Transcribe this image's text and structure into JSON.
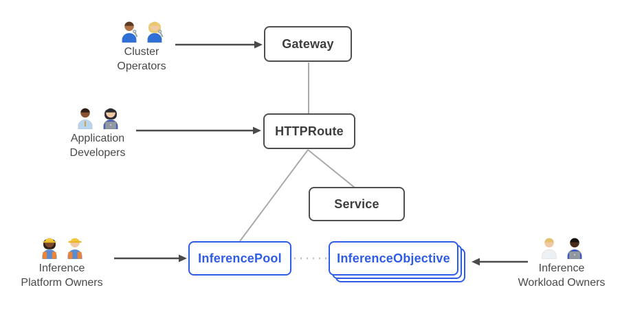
{
  "colors": {
    "accent_blue": "#2e5ce6",
    "node_border_dark": "#4f4f4f",
    "node_text_dark": "#3d3d3d",
    "connector_gray": "#a9a9a9",
    "dotted_gray": "#bdbdbd",
    "arrow_dark": "#4a4a4a",
    "label_text": "#484848",
    "background": "#ffffff"
  },
  "nodes": {
    "gateway": {
      "label": "Gateway",
      "style": "dark"
    },
    "httproute": {
      "label": "HTTPRoute",
      "style": "dark"
    },
    "service": {
      "label": "Service",
      "style": "dark"
    },
    "inference_pool": {
      "label": "InferencePool",
      "style": "blue"
    },
    "inference_objective": {
      "label": "InferenceObjective",
      "style": "blue",
      "stacked": true
    }
  },
  "actors": [
    {
      "id": "cluster-operators",
      "label_lines": [
        "Cluster",
        "Operators"
      ],
      "people": [
        {
          "name": "man-mechanic",
          "emoji": "👨🏽‍🔧",
          "figure": {
            "skin": "#b07145",
            "hair": "#5a3a25",
            "shirt": "#2f6fd6",
            "wrench": true
          }
        },
        {
          "name": "woman-mechanic",
          "emoji": "👩🏼‍🔧",
          "figure": {
            "skin": "#f1c9a5",
            "hair": "#e8c96e",
            "long_hair": true,
            "shirt": "#2f6fd6",
            "wrench": true
          }
        }
      ]
    },
    {
      "id": "application-developers",
      "label_lines": [
        "Application",
        "Developers"
      ],
      "people": [
        {
          "name": "man-office-worker",
          "emoji": "👨🏾‍💼",
          "figure": {
            "skin": "#8a5433",
            "hair": "#2e2018",
            "shirt": "#b9d4ee",
            "tie": true
          }
        },
        {
          "name": "woman-technologist",
          "emoji": "👩🏻‍💻",
          "figure": {
            "skin": "#f1c9a5",
            "hair": "#2b2b33",
            "long_hair": true,
            "shirt": "#3b55c4",
            "laptop": true
          }
        }
      ]
    },
    {
      "id": "inference-platform-owners",
      "label_lines": [
        "Inference",
        "Platform Owners"
      ],
      "people": [
        {
          "name": "woman-construction-worker",
          "emoji": "👷🏾‍♀️",
          "figure": {
            "skin": "#7c4a2b",
            "hair": "#2e2018",
            "long_hair": true,
            "hat": true,
            "shirt": "#5b8bd0",
            "vest": true
          }
        },
        {
          "name": "man-construction-worker",
          "emoji": "👷🏻",
          "figure": {
            "skin": "#f1c9a5",
            "hair": "#c9a15f",
            "hat": true,
            "shirt": "#5b8bd0",
            "vest": true
          }
        }
      ]
    },
    {
      "id": "inference-workload-owners",
      "label_lines": [
        "Inference",
        "Workload Owners"
      ],
      "people": [
        {
          "name": "health-worker",
          "emoji": "🧑🏼‍⚕️",
          "figure": {
            "skin": "#f1c9a5",
            "hair": "#e3c06b",
            "shirt": "#eef1f3"
          }
        },
        {
          "name": "person-technologist",
          "emoji": "🧑🏿‍💻",
          "figure": {
            "skin": "#4a2d18",
            "hair": "#17120e",
            "shirt": "#2f4fd0",
            "laptop": true
          }
        }
      ]
    }
  ],
  "edges": [
    {
      "from": "cluster-operators",
      "to": "gateway",
      "type": "arrow"
    },
    {
      "from": "application-developers",
      "to": "httproute",
      "type": "arrow"
    },
    {
      "from": "inference-platform-owners",
      "to": "inference_pool",
      "type": "arrow"
    },
    {
      "from": "inference-workload-owners",
      "to": "inference_objective",
      "type": "arrow"
    },
    {
      "from": "gateway",
      "to": "httproute",
      "type": "line"
    },
    {
      "from": "httproute",
      "to": "service",
      "type": "line"
    },
    {
      "from": "httproute",
      "to": "inference_pool",
      "type": "line"
    },
    {
      "from": "inference_pool",
      "to": "inference_objective",
      "type": "dotted"
    }
  ]
}
